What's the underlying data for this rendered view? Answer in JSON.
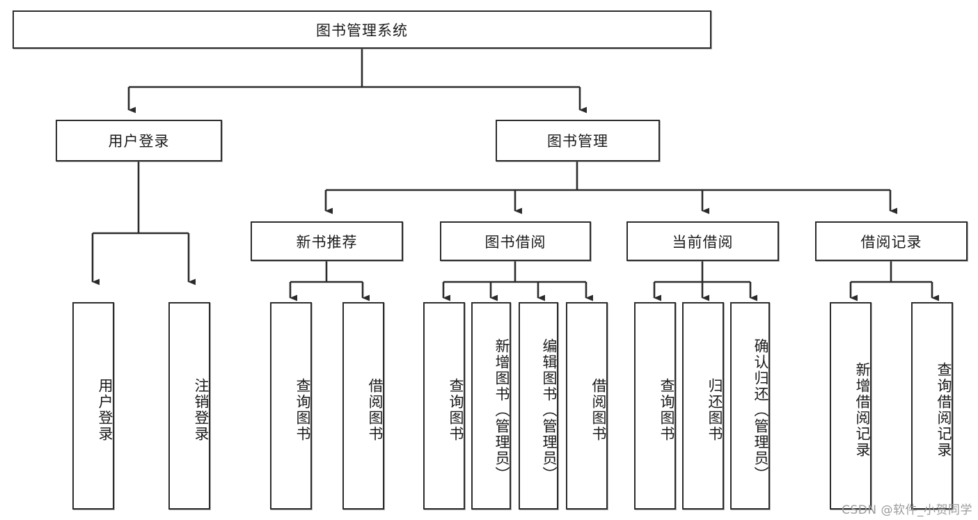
{
  "diagram": {
    "title": "图书管理系统",
    "type": "tree",
    "background_color": "#ffffff",
    "line_color": "#2b2b2b",
    "box_fill": "#ffffff",
    "text_color": "#1a1a1a",
    "root": {
      "label": "图书管理系统"
    },
    "level2": [
      {
        "label": "用户登录"
      },
      {
        "label": "图书管理"
      }
    ],
    "level3": [
      {
        "label": "新书推荐"
      },
      {
        "label": "图书借阅"
      },
      {
        "label": "当前借阅"
      },
      {
        "label": "借阅记录"
      }
    ],
    "leaves": {
      "user_login": [
        {
          "label": "用户登录"
        },
        {
          "label": "注销登录"
        }
      ],
      "new_book_recommend": [
        {
          "label": "查询图书"
        },
        {
          "label": "借阅图书"
        }
      ],
      "book_borrow": [
        {
          "label": "查询图书"
        },
        {
          "label": "新增图书（管理员）"
        },
        {
          "label": "编辑图书（管理员）"
        },
        {
          "label": "借阅图书"
        }
      ],
      "current_borrow": [
        {
          "label": "查询图书"
        },
        {
          "label": "归还图书"
        },
        {
          "label": "确认归还（管理员）"
        }
      ],
      "borrow_records": [
        {
          "label": "新增借阅记录"
        },
        {
          "label": "查询借阅记录"
        }
      ]
    },
    "watermark": "CSDN @软件_小贺同学"
  }
}
